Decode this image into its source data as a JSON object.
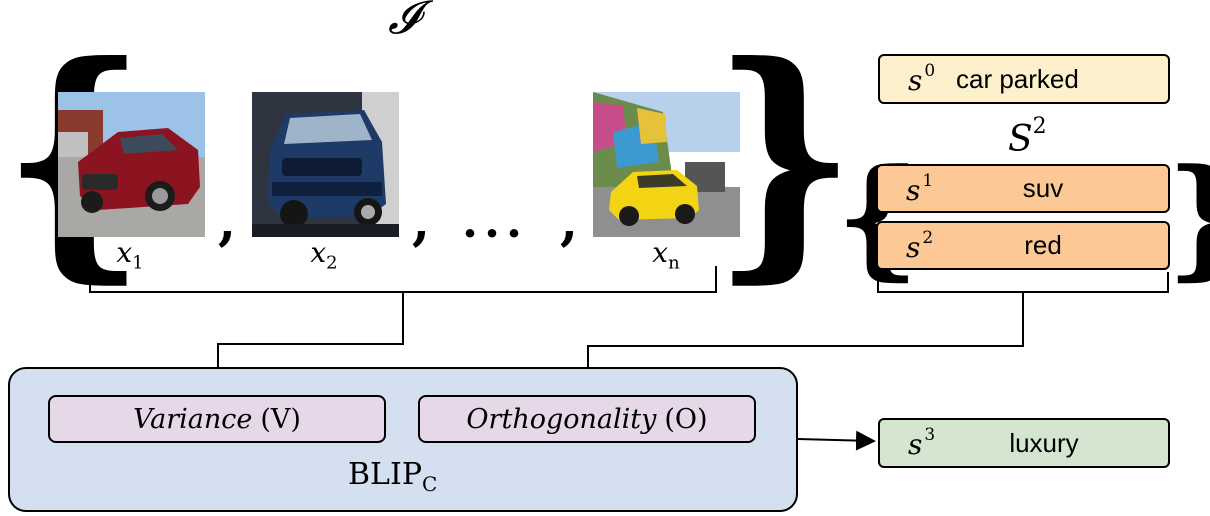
{
  "image_set": {
    "symbol": "𝓘",
    "items": [
      {
        "label": "x",
        "index": "1",
        "scene": "red sedan parked"
      },
      {
        "label": "x",
        "index": "2",
        "scene": "dark blue suv"
      },
      {
        "label": "x",
        "index": "n",
        "scene": "yellow car with graffiti"
      }
    ],
    "separator": ",",
    "ellipsis": "···"
  },
  "prompts": {
    "s0": {
      "symbol": "s",
      "sup": "0",
      "text": "car parked"
    },
    "set_label": {
      "symbol": "S",
      "sup": "2"
    },
    "s1": {
      "symbol": "s",
      "sup": "1",
      "text": "suv"
    },
    "s2": {
      "symbol": "s",
      "sup": "2",
      "text": "red"
    },
    "s3": {
      "symbol": "s",
      "sup": "3",
      "text": "luxury"
    }
  },
  "model": {
    "name": "BLIP",
    "name_sub": "C",
    "variance": {
      "italic": "Variance",
      "abbr": "(V)"
    },
    "orthogonality": {
      "italic": "Orthogonality",
      "abbr": "(O)"
    }
  },
  "colors": {
    "s0_fill": "#fdf0cc",
    "s12_fill": "#fbc896",
    "s3_fill": "#d4e6cf",
    "model_fill": "#d4e0f0",
    "module_fill": "#e6d8e9"
  }
}
